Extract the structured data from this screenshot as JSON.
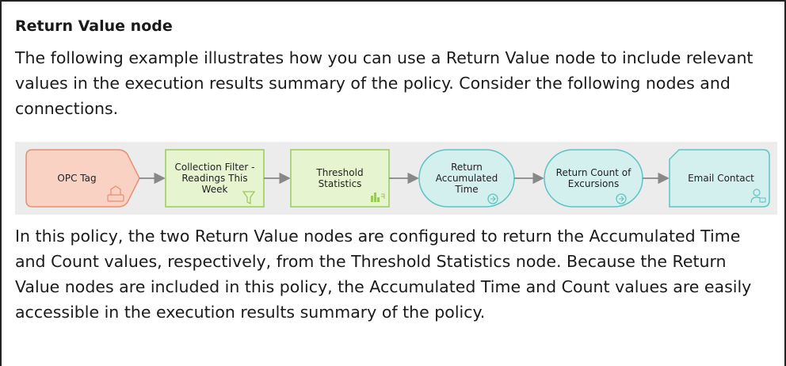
{
  "heading": "Return Value node",
  "intro_text": "The following example illustrates how you can use a Return Value node to include relevant values in the execution results summary of the policy. Consider the following nodes and connections.",
  "nodes": [
    {
      "label": "OPC Tag",
      "icon": "opc-icon",
      "fill": "#f9d2c4",
      "stroke": "#e58f72"
    },
    {
      "label": "Collection Filter - Readings This Week",
      "icon": "filter-icon",
      "fill": "#e6f5cf",
      "stroke": "#9acb5a"
    },
    {
      "label": "Threshold Statistics",
      "icon": "statistics-icon",
      "fill": "#e6f5cf",
      "stroke": "#9acb5a"
    },
    {
      "label": "Return Accumulated Time",
      "icon": "return-value-icon",
      "fill": "#d3efee",
      "stroke": "#5fc3c3"
    },
    {
      "label": "Return Count of Excursions",
      "icon": "return-value-icon",
      "fill": "#d3efee",
      "stroke": "#5fc3c3"
    },
    {
      "label": "Email Contact",
      "icon": "contact-icon",
      "fill": "#d3efee",
      "stroke": "#5fc3c3"
    }
  ],
  "body_text": "In this policy, the two Return Value nodes are configured to return the Accumulated Time and Count values, respectively, from the Threshold Statistics node. Because the Return Value nodes are included in this policy, the Accumulated Time and Count values are easily accessible in the execution results summary of the policy."
}
